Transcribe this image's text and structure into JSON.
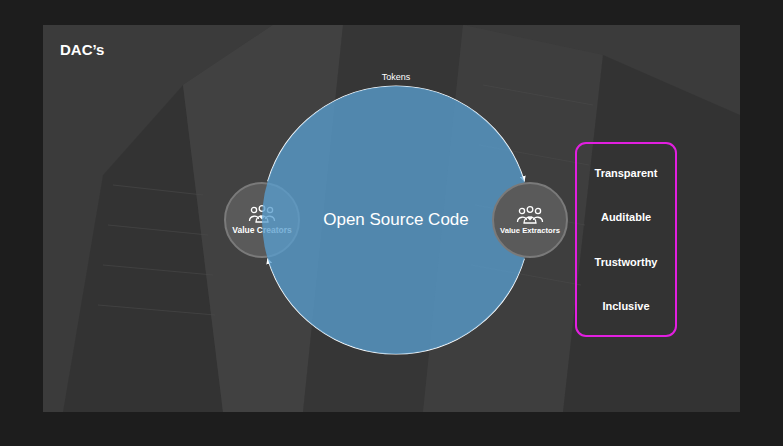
{
  "diagram": {
    "title": "DAC’s",
    "nodes": [
      {
        "text": [
          "Value Creators"
        ]
      },
      {
        "text": [
          "Open Source Code"
        ]
      },
      {
        "text": [
          "Value Extractors"
        ]
      },
      {
        "text": [
          "Transparent",
          "Auditable",
          "Trustworthy",
          "Inclusive"
        ]
      }
    ],
    "edges": [
      {
        "from": 0,
        "to": 2,
        "arrow": "to",
        "label": "Tokens"
      },
      {
        "from": 2,
        "to": 0,
        "arrow": "to"
      }
    ]
  }
}
